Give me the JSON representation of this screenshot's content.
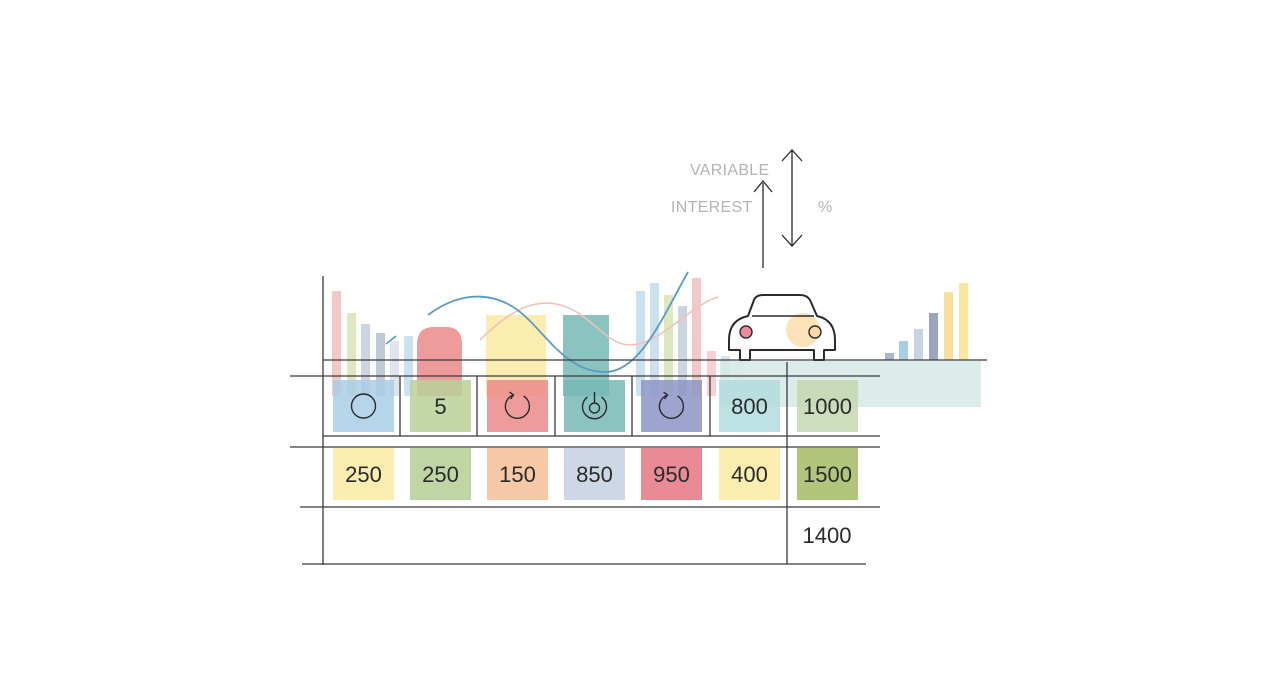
{
  "labels": {
    "variable": "VARIABLE",
    "interest": "INTEREST",
    "percent": "%"
  },
  "colors": {
    "blue": "#a9cde6",
    "green": "#b9d09a",
    "red": "#eb8a8a",
    "yellow": "#fbeaa6",
    "teal": "#77b9b6",
    "navy": "#8c95c7",
    "orange": "#f6c29c",
    "grey": "#c9d3e2",
    "pink": "#e77d8a",
    "lime": "#a8c06e",
    "lightteal": "#b3dcde",
    "sage": "#c5d7b0",
    "line": "#2b2b2b"
  },
  "diagram": {
    "row1": [
      {
        "kind": "icon",
        "icon": "circle-icon",
        "color": "blue"
      },
      {
        "kind": "text",
        "text": "5",
        "color": "green"
      },
      {
        "kind": "icon",
        "icon": "refresh-circle-icon",
        "color": "red"
      },
      {
        "kind": "icon",
        "icon": "power-icon",
        "color": "teal"
      },
      {
        "kind": "icon",
        "icon": "refresh-circle-icon",
        "color": "navy"
      },
      {
        "kind": "text",
        "text": "800",
        "color": "lightteal"
      },
      {
        "kind": "text",
        "text": "1000",
        "color": "sage"
      }
    ],
    "row2": [
      {
        "text": "250",
        "color": "yellow"
      },
      {
        "text": "250",
        "color": "green"
      },
      {
        "text": "150",
        "color": "orange"
      },
      {
        "text": "850",
        "color": "grey"
      },
      {
        "text": "950",
        "color": "pink"
      },
      {
        "text": "400",
        "color": "yellow"
      },
      {
        "text": "1500",
        "color": "lime"
      }
    ],
    "row3": [
      "1400"
    ]
  }
}
